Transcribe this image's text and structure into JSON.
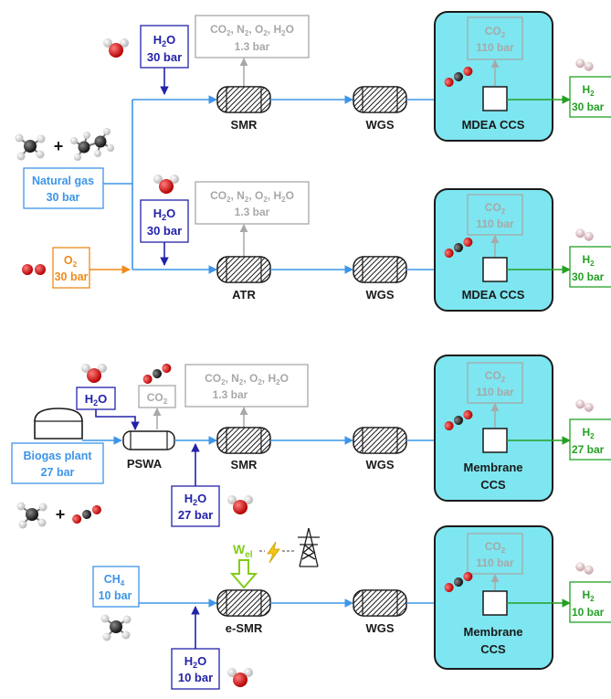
{
  "colors": {
    "natural_gas_blue": "#3d95e8",
    "water_blue": "#2222aa",
    "oxygen_orange": "#ef8a1c",
    "hydrogen_green": "#24a024",
    "exhaust_gray": "#a8a8a8",
    "ccs_fill": "#7de6f0",
    "power_green": "#82cc1a"
  },
  "rows": [
    {
      "water": {
        "formula": "H2O",
        "pressure": "30 bar"
      },
      "exhaust": {
        "species": "CO2, N2, O2, H2O",
        "pressure": "1.3 bar"
      },
      "reactor": "SMR",
      "shift": "WGS",
      "capture": {
        "label": "MDEA CCS",
        "co2": "CO2",
        "pressure": "110 bar"
      },
      "product": {
        "formula": "H2",
        "pressure": "30 bar"
      }
    },
    {
      "water": {
        "formula": "H2O",
        "pressure": "30 bar"
      },
      "exhaust": {
        "species": "CO2, N2, O2, H2O",
        "pressure": "1.3 bar"
      },
      "reactor": "ATR",
      "shift": "WGS",
      "capture": {
        "label": "MDEA CCS",
        "co2": "CO2",
        "pressure": "110 bar"
      },
      "product": {
        "formula": "H2",
        "pressure": "30 bar"
      }
    },
    {
      "water": {
        "formula": "H2O",
        "pressure": "27 bar"
      },
      "exhaust": {
        "species": "CO2, N2, O2, H2O",
        "pressure": "1.3 bar"
      },
      "reactor": "SMR",
      "shift": "WGS",
      "capture": {
        "label_line1": "Membrane",
        "label_line2": "CCS",
        "co2": "CO2",
        "pressure": "110 bar"
      },
      "product": {
        "formula": "H2",
        "pressure": "27 bar"
      }
    },
    {
      "water": {
        "formula": "H2O",
        "pressure": "10 bar"
      },
      "reactor": "e-SMR",
      "shift": "WGS",
      "capture": {
        "label_line1": "Membrane",
        "label_line2": "CCS",
        "co2": "CO2",
        "pressure": "110 bar"
      },
      "product": {
        "formula": "H2",
        "pressure": "10 bar"
      }
    }
  ],
  "natural_gas": {
    "label": "Natural gas",
    "pressure": "30 bar",
    "plus": "+"
  },
  "oxygen": {
    "formula": "O2",
    "pressure": "30 bar"
  },
  "biogas": {
    "plant": "Biogas plant",
    "pressure": "27 bar",
    "plus": "+",
    "water": "H2O",
    "separator": "PSWA",
    "separator_co2": "CO2"
  },
  "methane": {
    "formula": "CH4",
    "pressure": "10 bar"
  },
  "electric_work": {
    "symbol": "W",
    "subscript": "el"
  },
  "icons": [
    "water-molecule-icon",
    "methane-molecule-icon",
    "ethane-molecule-icon",
    "oxygen-molecule-icon",
    "co2-molecule-icon",
    "hydrogen-molecule-icon",
    "biogas-tank-icon",
    "lightning-icon",
    "power-pylon-icon"
  ]
}
